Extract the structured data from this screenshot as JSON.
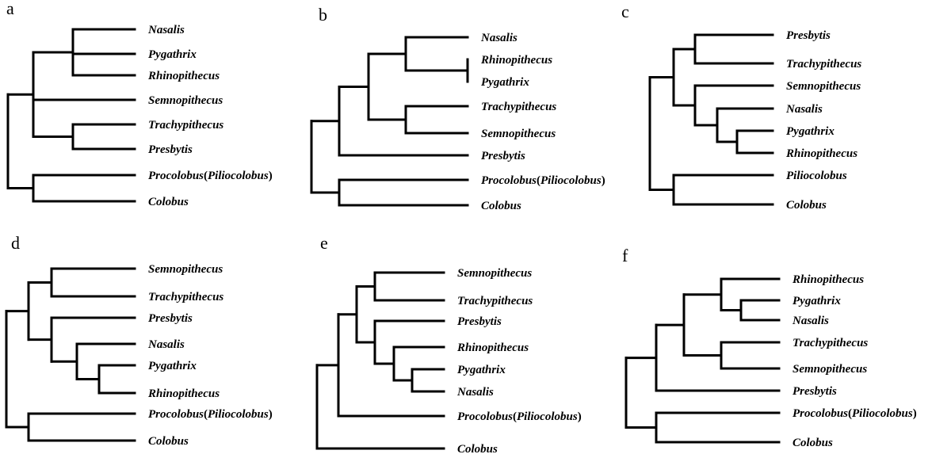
{
  "figure": {
    "panels": [
      {
        "letter": "a",
        "tree": [
          "Nasalis",
          "Pygathrix",
          "Rhinopithecus",
          "Semnopithecus",
          "Trachypithecus",
          "Presbytis",
          "Procolobus(Piliocolobus)",
          "Colobus"
        ]
      },
      {
        "letter": "b",
        "tree": [
          "Nasalis",
          "Rhinopithecus",
          "Pygathrix",
          "Trachypithecus",
          "Semnopithecus",
          "Presbytis",
          "Procolobus(Piliocolobus)",
          "Colobus"
        ]
      },
      {
        "letter": "c",
        "tree": [
          "Presbytis",
          "Trachypithecus",
          "Semnopithecus",
          "Nasalis",
          "Pygathrix",
          "Rhinopithecus",
          "Piliocolobus",
          "Colobus"
        ]
      },
      {
        "letter": "d",
        "tree": [
          "Semnopithecus",
          "Trachypithecus",
          "Presbytis",
          "Nasalis",
          "Pygathrix",
          "Rhinopithecus",
          "Procolobus(Piliocolobus)",
          "Colobus"
        ]
      },
      {
        "letter": "e",
        "tree": [
          "Semnopithecus",
          "Trachypithecus",
          "Presbytis",
          "Rhinopithecus",
          "Pygathrix",
          "Nasalis",
          "Procolobus(Piliocolobus)",
          "Colobus"
        ]
      },
      {
        "letter": "f",
        "tree": [
          "Rhinopithecus",
          "Pygathrix",
          "Nasalis",
          "Trachypithecus",
          "Semnopithecus",
          "Presbytis",
          "Procolobus(Piliocolobus)",
          "Colobus"
        ]
      }
    ]
  }
}
